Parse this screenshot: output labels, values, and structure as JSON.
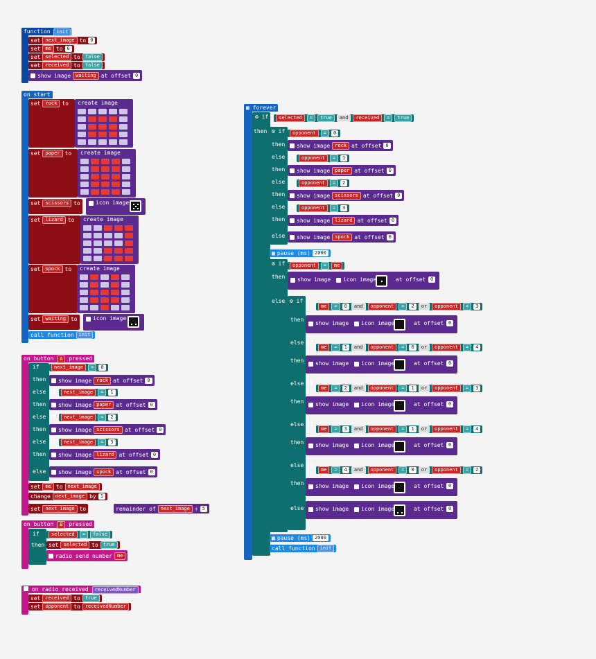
{
  "function_init": {
    "header": "function",
    "name": "init",
    "rows": [
      {
        "kw": "set",
        "var": "next_image",
        "to": "to",
        "val": "0"
      },
      {
        "kw": "set",
        "var": "me",
        "to": "to",
        "val": "0"
      },
      {
        "kw": "set",
        "var": "selected",
        "to": "to",
        "val": "false"
      },
      {
        "kw": "set",
        "var": "received",
        "to": "to",
        "val": "false"
      }
    ],
    "show": {
      "label": "show image",
      "image": "waiting",
      "offset_label": "at offset",
      "offset": "0"
    }
  },
  "on_start": {
    "header": "on start",
    "create_image": "create image",
    "icon_image": "icon image",
    "set": "set",
    "to": "to",
    "vars": [
      "rock",
      "paper",
      "scissors",
      "lizard",
      "spock",
      "waiting"
    ],
    "call": "call function",
    "call_name": "init"
  },
  "forever": {
    "header": "forever",
    "if": "if",
    "then": "then",
    "else_if": "else if",
    "else": "else",
    "and": "and",
    "or": "or",
    "eq": "=",
    "show_image": "show image",
    "icon_image": "icon image",
    "at_offset": "at offset",
    "zero": "0",
    "selected": "selected",
    "received": "received",
    "true": "true",
    "opponent": "opponent",
    "me": "me",
    "images": [
      "rock",
      "paper",
      "scissors",
      "lizard",
      "spock"
    ],
    "nums": [
      "0",
      "1",
      "2",
      "3",
      "4"
    ],
    "pause": "pause (ms)",
    "pause_val": "2000",
    "call": "call function",
    "call_name": "init"
  },
  "button_a": {
    "header": "on button",
    "btn": "A",
    "pressed": "pressed",
    "var": "next_image",
    "set": "set",
    "me": "me",
    "to": "to",
    "change": "change",
    "by": "by",
    "one": "1",
    "remainder": "remainder of",
    "plus": "÷",
    "five": "5"
  },
  "button_b": {
    "header": "on button",
    "btn": "B",
    "pressed": "pressed",
    "selected": "selected",
    "false": "false",
    "true": "true",
    "radio": "radio send number",
    "me": "me"
  },
  "radio_received": {
    "header": "on radio received",
    "param": "receivedNumber",
    "received": "received",
    "true": "true",
    "opponent": "opponent",
    "param2": "receivedNumber"
  }
}
